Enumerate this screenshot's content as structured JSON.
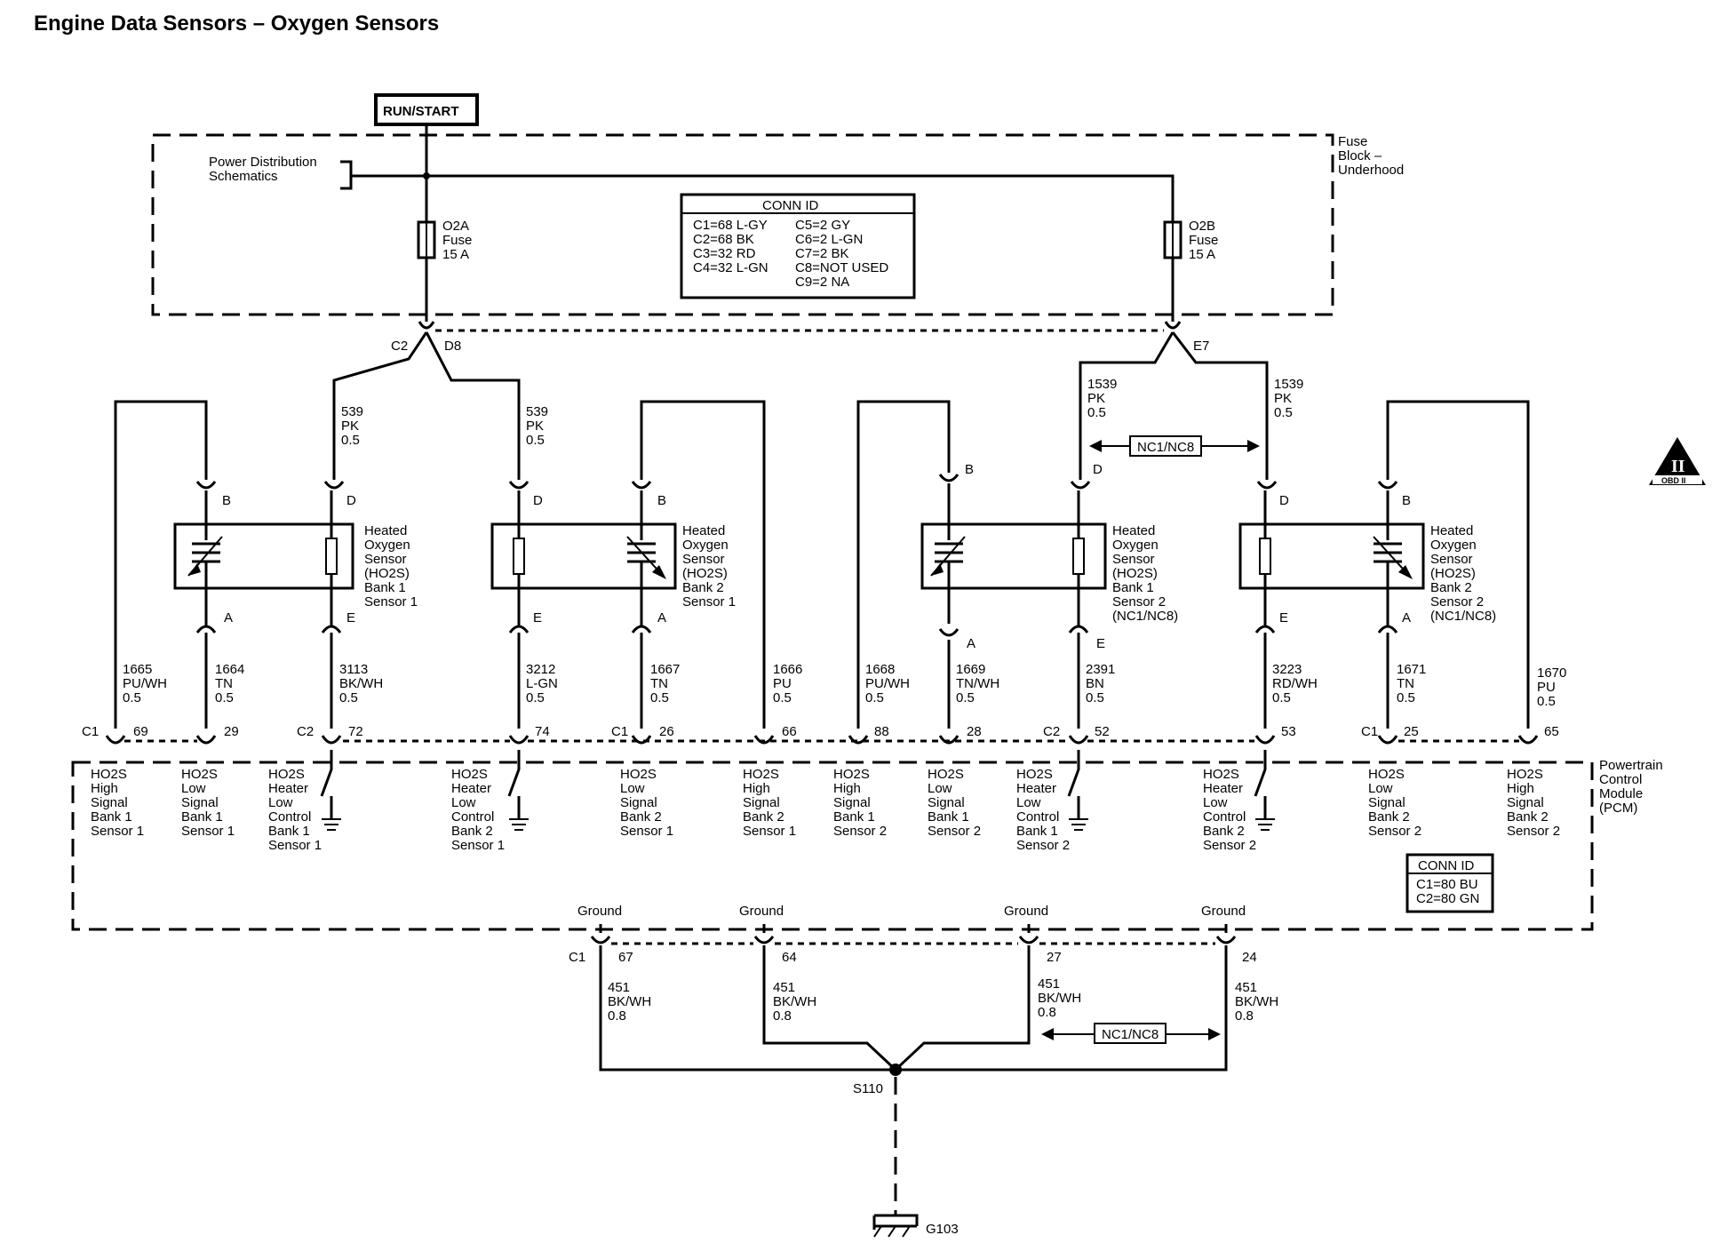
{
  "title": "Engine Data Sensors – Oxygen Sensors",
  "run_start": "RUN/START",
  "power_dist": [
    "Power Distribution",
    "Schematics"
  ],
  "fuse_block": [
    "Fuse",
    "Block –",
    "Underhood"
  ],
  "fuse_o2a": [
    "O2A",
    "Fuse",
    "15 A"
  ],
  "fuse_o2b": [
    "O2B",
    "Fuse",
    "15 A"
  ],
  "conn_id_fuse": {
    "header": "CONN ID",
    "col1": [
      "C1=68 L-GY",
      "C2=68 BK",
      "C3=32 RD",
      "C4=32 L-GN"
    ],
    "col2": [
      "C5=2 GY",
      "C6=2 L-GN",
      "C7=2 BK",
      "C8=NOT USED",
      "C9=2 NA"
    ]
  },
  "connectors_top": {
    "c2": "C2",
    "d8": "D8",
    "e7": "E7"
  },
  "wires_supply": {
    "w539a": [
      "539",
      "PK",
      "0.5"
    ],
    "w539b": [
      "539",
      "PK",
      "0.5"
    ],
    "w1539a": [
      "1539",
      "PK",
      "0.5"
    ],
    "w1539b": [
      "1539",
      "PK",
      "0.5"
    ]
  },
  "nc_label": "NC1/NC8",
  "sensors": [
    {
      "name": [
        "Heated",
        "Oxygen",
        "Sensor",
        "(HO2S)",
        "Bank 1",
        "Sensor 1"
      ]
    },
    {
      "name": [
        "Heated",
        "Oxygen",
        "Sensor",
        "(HO2S)",
        "Bank 2",
        "Sensor 1"
      ]
    },
    {
      "name": [
        "Heated",
        "Oxygen",
        "Sensor",
        "(HO2S)",
        "Bank 1",
        "Sensor 2",
        "(NC1/NC8)"
      ]
    },
    {
      "name": [
        "Heated",
        "Oxygen",
        "Sensor",
        "(HO2S)",
        "Bank 2",
        "Sensor 2",
        "(NC1/NC8)"
      ]
    }
  ],
  "pins": {
    "a": "A",
    "b": "B",
    "d": "D",
    "e": "E"
  },
  "signal_wires": [
    [
      "1665",
      "PU/WH",
      "0.5"
    ],
    [
      "1664",
      "TN",
      "0.5"
    ],
    [
      "3113",
      "BK/WH",
      "0.5"
    ],
    [
      "3212",
      "L-GN",
      "0.5"
    ],
    [
      "1667",
      "TN",
      "0.5"
    ],
    [
      "1666",
      "PU",
      "0.5"
    ],
    [
      "1668",
      "PU/WH",
      "0.5"
    ],
    [
      "1669",
      "TN/WH",
      "0.5"
    ],
    [
      "2391",
      "BN",
      "0.5"
    ],
    [
      "3223",
      "RD/WH",
      "0.5"
    ],
    [
      "1671",
      "TN",
      "0.5"
    ],
    [
      "1670",
      "PU",
      "0.5"
    ]
  ],
  "pcm_pins": [
    "69",
    "29",
    "72",
    "74",
    "26",
    "66",
    "88",
    "28",
    "52",
    "53",
    "25",
    "65"
  ],
  "pcm_conn_labels": {
    "c1a": "C1",
    "c2a": "C2",
    "c1b": "C1",
    "c2b": "C2",
    "c1c": "C1"
  },
  "pcm_labels": [
    [
      "HO2S",
      "High",
      "Signal",
      "Bank 1",
      "Sensor 1"
    ],
    [
      "HO2S",
      "Low",
      "Signal",
      "Bank 1",
      "Sensor 1"
    ],
    [
      "HO2S",
      "Heater",
      "Low",
      "Control",
      "Bank 1",
      "Sensor 1"
    ],
    [
      "HO2S",
      "Heater",
      "Low",
      "Control",
      "Bank 2",
      "Sensor 1"
    ],
    [
      "HO2S",
      "Low",
      "Signal",
      "Bank 2",
      "Sensor 1"
    ],
    [
      "HO2S",
      "High",
      "Signal",
      "Bank 2",
      "Sensor 1"
    ],
    [
      "HO2S",
      "High",
      "Signal",
      "Bank 1",
      "Sensor 2"
    ],
    [
      "HO2S",
      "Low",
      "Signal",
      "Bank 1",
      "Sensor 2"
    ],
    [
      "HO2S",
      "Heater",
      "Low",
      "Control",
      "Bank 1",
      "Sensor 2"
    ],
    [
      "HO2S",
      "Heater",
      "Low",
      "Control",
      "Bank 2",
      "Sensor 2"
    ],
    [
      "HO2S",
      "Low",
      "Signal",
      "Bank 2",
      "Sensor 2"
    ],
    [
      "HO2S",
      "High",
      "Signal",
      "Bank 2",
      "Sensor 2"
    ]
  ],
  "pcm_module": [
    "Powertrain",
    "Control",
    "Module",
    "(PCM)"
  ],
  "conn_id_pcm": {
    "header": "CONN ID",
    "rows": [
      "C1=80 BU",
      "C2=80 GN"
    ]
  },
  "grounds": {
    "label": "Ground",
    "c1": "C1",
    "pins": [
      "67",
      "64",
      "27",
      "24"
    ],
    "wires": [
      [
        "451",
        "BK/WH",
        "0.8"
      ],
      [
        "451",
        "BK/WH",
        "0.8"
      ],
      [
        "451",
        "BK/WH",
        "0.8"
      ],
      [
        "451",
        "BK/WH",
        "0.8"
      ]
    ]
  },
  "splice": "S110",
  "ground_point": "G103",
  "obd_badge": {
    "roman": "II",
    "text": "OBD II"
  }
}
